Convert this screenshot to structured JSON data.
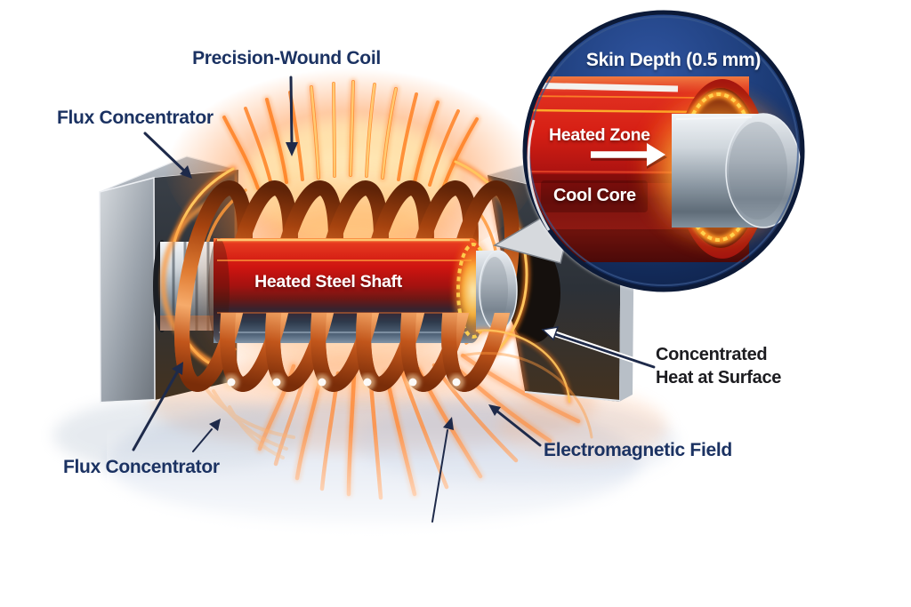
{
  "figure": {
    "type": "technical-illustration",
    "subject": "induction-heating-of-steel-shaft",
    "labels": {
      "precision_wound_coil": "Precision-Wound Coil",
      "flux_concentrator_top": "Flux Concentrator",
      "flux_concentrator_bottom": "Flux Concentrator",
      "heated_steel_shaft": "Heated Steel Shaft",
      "concentrated_heat_line1": "Concentrated",
      "concentrated_heat_line2": "Heat at Surface",
      "electromagnetic_field": "Electromagnetic Field"
    },
    "inset": {
      "title": "Skin Depth (0.5 mm)",
      "heated_zone": "Heated Zone",
      "cool_core": "Cool Core"
    },
    "colors": {
      "background": "#ffffff",
      "label_navy": "#1b3262",
      "label_dark": "#1c1c20",
      "inset_text": "#ffffff",
      "inset_background": "#16315f",
      "hot_red": "#cf1710",
      "glow_orange": "#ff7c1f",
      "glow_yellow": "#ffc83e",
      "copper": "#c05a22",
      "steel_grey": "#9aa3ad",
      "arrow_navy": "#1e2a4a"
    }
  }
}
